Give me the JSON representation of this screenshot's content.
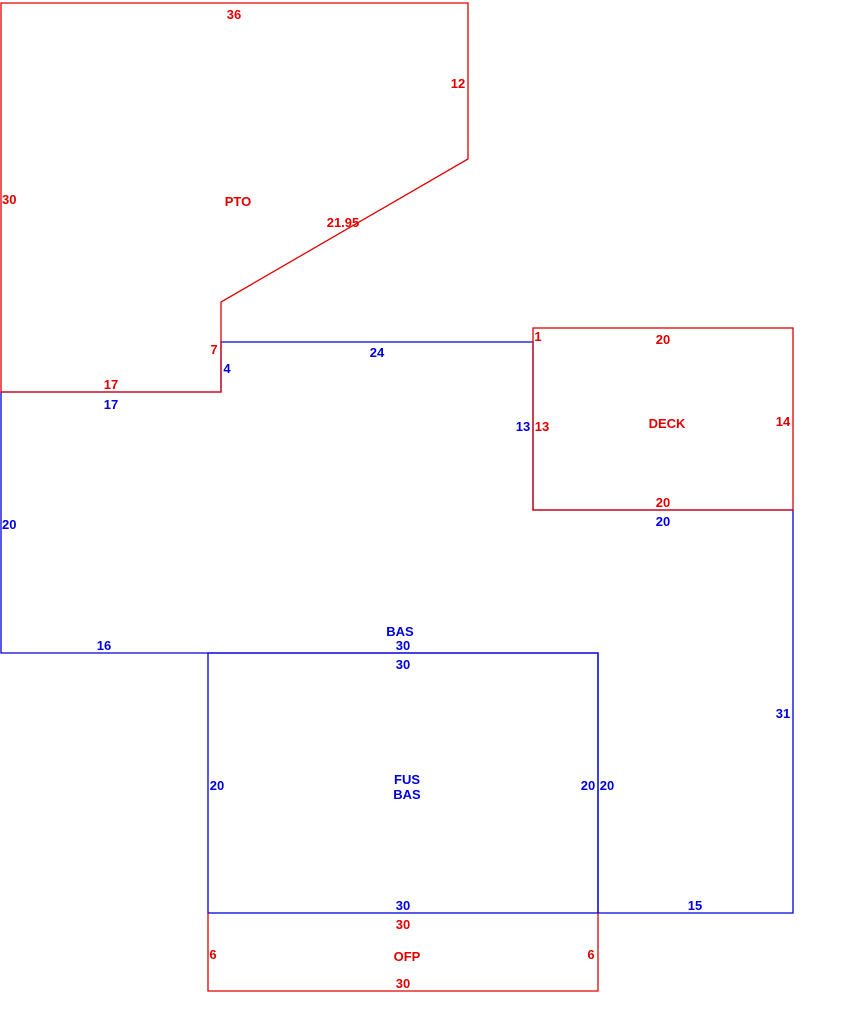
{
  "areas": {
    "pto": {
      "name": "PTO",
      "color": "#e00000",
      "dims": {
        "top": "36",
        "right": "12",
        "diagonal": "21.95",
        "left": "30",
        "bottom": "17",
        "step": "7"
      }
    },
    "deck": {
      "name": "DECK",
      "color": "#e00000",
      "dims": {
        "top": "20",
        "right": "14",
        "bottom": "20",
        "left": "13",
        "corner": "1"
      }
    },
    "bas": {
      "name": "BAS",
      "color": "#0000dd",
      "dims": {
        "step": "4",
        "top": "24",
        "bottom_left": "17",
        "right_deck": "13",
        "deck_bottom": "20",
        "left": "20",
        "right": "31",
        "bottom_a": "16",
        "top_fus": "30",
        "bottom_b": "15",
        "fus_right": "20"
      }
    },
    "fus": {
      "name_line1": "FUS",
      "name_line2": "BAS",
      "color": "#0000dd",
      "dims": {
        "top": "30",
        "left": "20",
        "right": "20",
        "bottom": "30"
      }
    },
    "ofp": {
      "name": "OFP",
      "color": "#e00000",
      "dims": {
        "top": "30",
        "left": "6",
        "right": "6",
        "bottom": "30"
      }
    }
  }
}
